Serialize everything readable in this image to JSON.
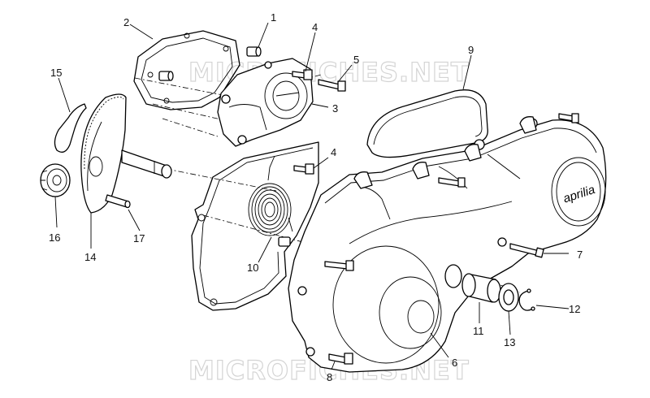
{
  "watermark": {
    "text": "MICROFICHES.NET"
  },
  "brand_logo": "aprilia",
  "callouts": [
    {
      "id": "c1",
      "label": "1"
    },
    {
      "id": "c2",
      "label": "2"
    },
    {
      "id": "c3",
      "label": "3"
    },
    {
      "id": "c4a",
      "label": "4"
    },
    {
      "id": "c4b",
      "label": "4"
    },
    {
      "id": "c5",
      "label": "5"
    },
    {
      "id": "c6",
      "label": "6"
    },
    {
      "id": "c7",
      "label": "7"
    },
    {
      "id": "c8",
      "label": "8"
    },
    {
      "id": "c9",
      "label": "9"
    },
    {
      "id": "c10",
      "label": "10"
    },
    {
      "id": "c11",
      "label": "11"
    },
    {
      "id": "c12",
      "label": "12"
    },
    {
      "id": "c13",
      "label": "13"
    },
    {
      "id": "c14",
      "label": "14"
    },
    {
      "id": "c15",
      "label": "15"
    },
    {
      "id": "c16",
      "label": "16"
    },
    {
      "id": "c17",
      "label": "17"
    }
  ]
}
